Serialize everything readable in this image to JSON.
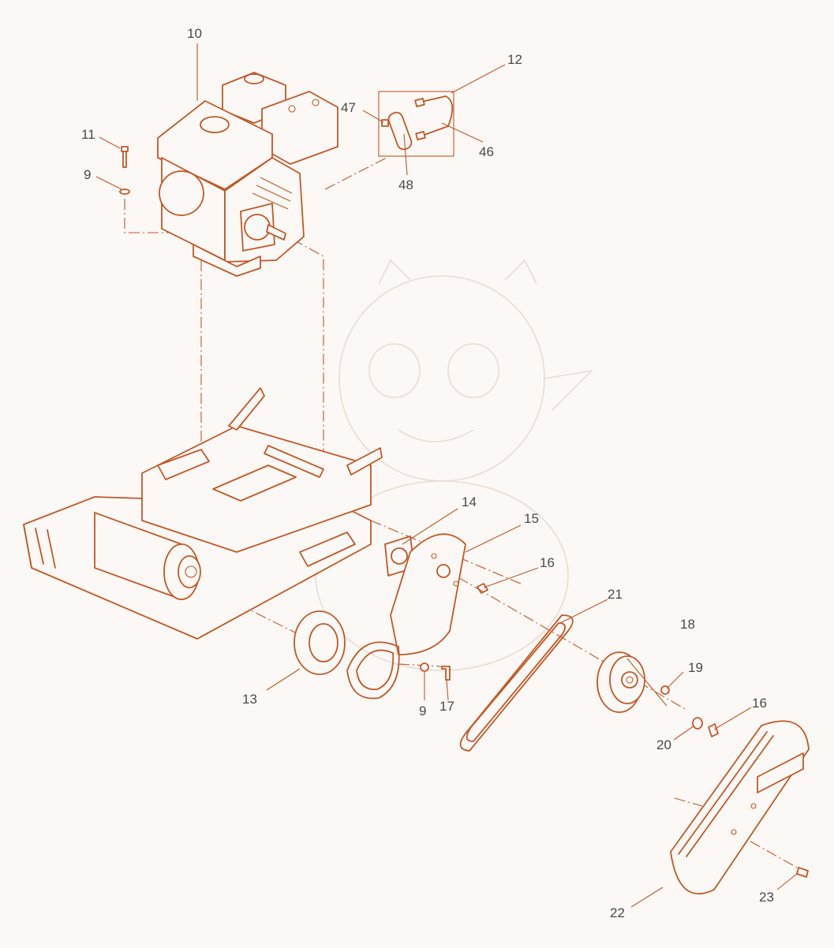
{
  "accent_color": "#c0592a",
  "label_color": "#4a4a4a",
  "background_color": "#fbf8f5",
  "callouts": {
    "engine": "10",
    "bolt_engine": "11",
    "washer_engine": "9",
    "fuel_hose": "12",
    "hose_clip_screw": "47",
    "hose_fitting": "46",
    "hose_bracket": "48",
    "gasket": "14",
    "belt_guard_bracket": "15",
    "bracket_screw": "16",
    "v_belt": "21",
    "clutch_pulley": "18",
    "pulley_nut": "19",
    "pulley_washer": "20",
    "pulley_screw": "16",
    "exciter_seal": "13",
    "bracket_washer": "9",
    "bracket_bolt": "17",
    "belt_cover": "22",
    "cover_screw": "23"
  }
}
